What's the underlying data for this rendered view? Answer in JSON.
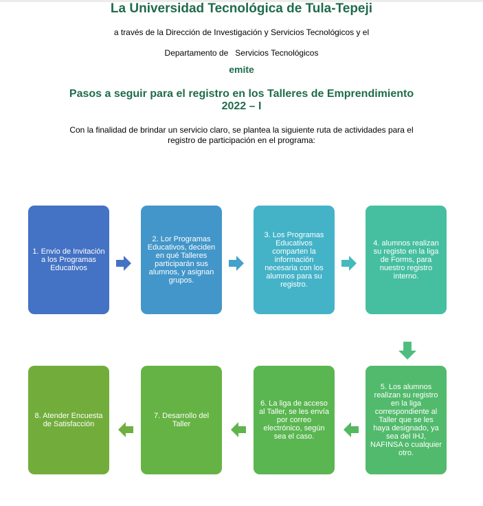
{
  "header": {
    "title": "La Universidad Tecnológica de Tula-Tepeji",
    "line1": "a través de la Dirección de Investigación y Servicios Tecnológicos y el",
    "line2": "Departamento de   Servicios Tecnológicos",
    "emite": "emite",
    "subtitle_line1": "Pasos a seguir para el registro en los Talleres de Emprendimiento",
    "subtitle_line2": "2022 – I",
    "intro_line1": "Con la finalidad de brindar un servicio claro, se plantea la siguiente ruta de actividades para el",
    "intro_line2": "registro de participación en el programa:"
  },
  "colors": {
    "title": "#1f6b4c",
    "step1": "#4472c4",
    "step2": "#4396c9",
    "step3": "#44b3c8",
    "step4": "#46bfa0",
    "step5": "#52ba6c",
    "step6": "#5ab650",
    "step7": "#66b345",
    "step8": "#72ad3c"
  },
  "steps": [
    {
      "text": "1. Envío de Invitación a los Programas Educativos"
    },
    {
      "text": "2. Lor Programas Educativos, deciden en qué Talleres participarán sus alumnos, y asignan grupos."
    },
    {
      "text": "3. Los Programas Educativos comparten la información necesaria con los alumnos para su registro."
    },
    {
      "text": "4. alumnos realizan su registo en la liga de Forms, para nuestro registro interno."
    },
    {
      "text": "5. Los alumnos realizan su registro en la liga correspondiente al Taller que se les haya designado, ya sea del IHJ, NAFINSA o cualquier otro."
    },
    {
      "text": "6. La liga de acceso al Taller, se les envía por correo electrónico, según sea el caso."
    },
    {
      "text": "7. Desarrollo del Taller"
    },
    {
      "text": "8. Atender Encuesta de Satisfacción"
    }
  ]
}
